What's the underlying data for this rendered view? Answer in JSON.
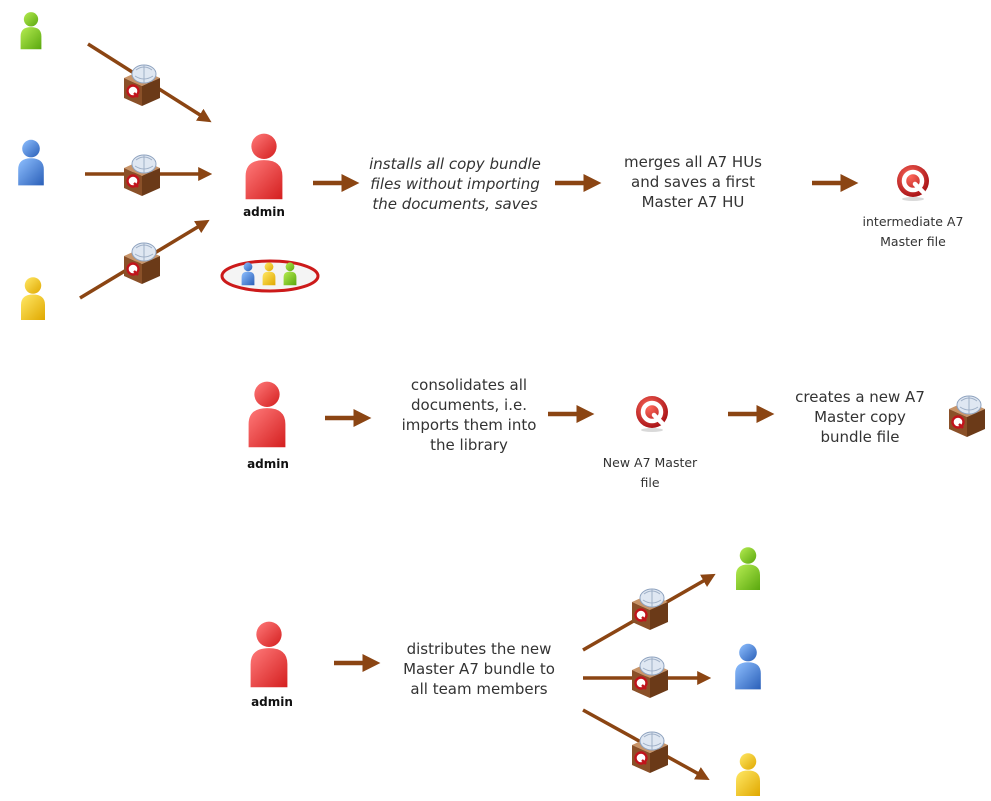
{
  "colors": {
    "arrow": "#8B4513",
    "admin": "#e83a3a",
    "green_user": "#7cc41f",
    "blue_user": "#3d7bd4",
    "yellow_user": "#f2c200",
    "logo_red": "#c0141b",
    "box": "#8a5028"
  },
  "icons": [
    "user-icon",
    "bundle-box-icon",
    "q-logo-icon",
    "team-group-icon",
    "arrow-icon"
  ],
  "row1": {
    "admin_label": "admin",
    "step1": [
      "installs all copy bundle",
      "files without importing",
      "the documents, saves"
    ],
    "step2": [
      "merges all A7 HUs",
      "and saves a first",
      "Master A7 HU"
    ],
    "result": [
      "intermediate A7",
      "Master file"
    ]
  },
  "row2": {
    "admin_label": "admin",
    "step1": [
      "consolidates all",
      "documents, i.e.",
      "imports them into",
      "the library"
    ],
    "result": [
      "New A7 Master",
      "file"
    ],
    "step2": [
      "creates a new A7",
      "Master copy",
      "bundle file"
    ]
  },
  "row3": {
    "admin_label": "admin",
    "step1": [
      "distributes the new",
      "Master A7 bundle to",
      "all team members"
    ]
  }
}
